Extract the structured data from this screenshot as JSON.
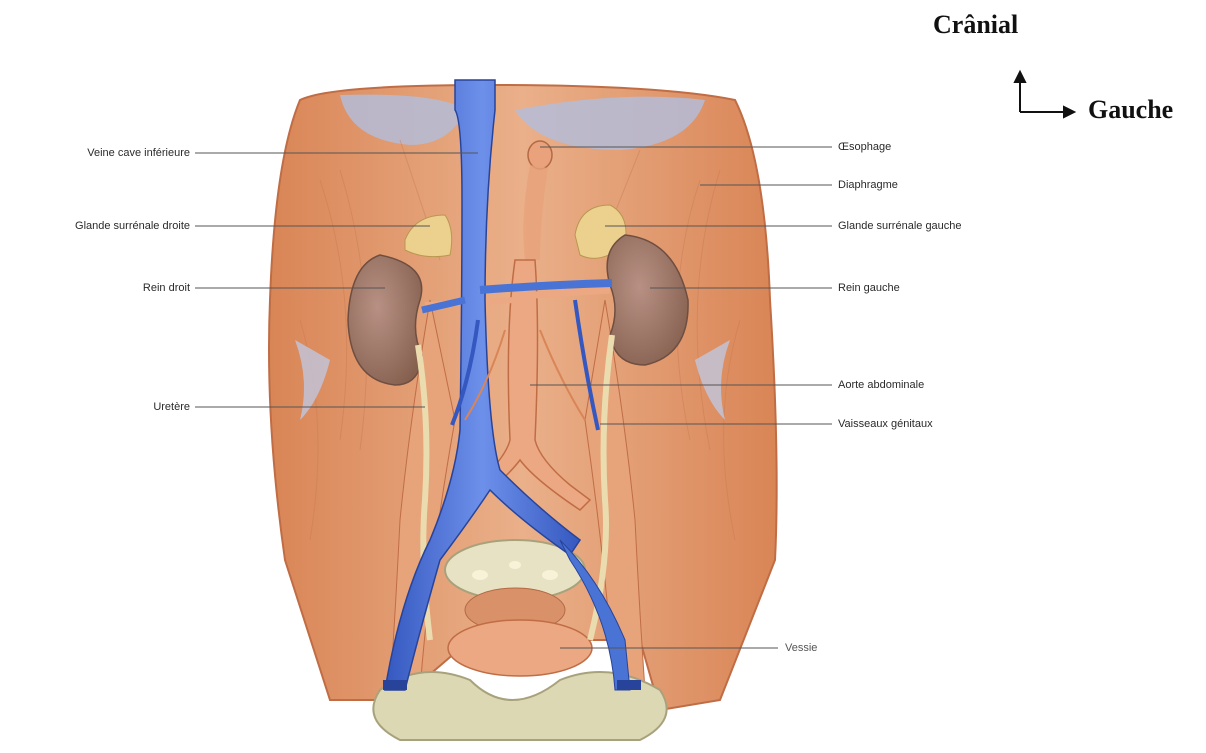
{
  "orientation": {
    "cranial": "Crânial",
    "left": "Gauche"
  },
  "labels": {
    "ivc": "Veine cave inférieure",
    "right_adrenal": "Glande surrénale droite",
    "right_kidney": "Rein droit",
    "ureter": "Uretère",
    "esophagus": "Œsophage",
    "diaphragm": "Diaphragme",
    "left_adrenal": "Glande surrénale gauche",
    "left_kidney": "Rein gauche",
    "aorta": "Aorte abdominale",
    "gonadal_vessels": "Vaisseaux génitaux",
    "bladder": "Vessie"
  },
  "colors": {
    "muscle": "#e39a6e",
    "muscle_dark": "#c9774d",
    "vein": "#4a73d6",
    "artery": "#e8a07a",
    "kidney": "#9a7466",
    "adrenal": "#ecd08e",
    "tendon": "#aeb8d8",
    "bone": "#ddd8b4",
    "leader_line": "#555555"
  }
}
